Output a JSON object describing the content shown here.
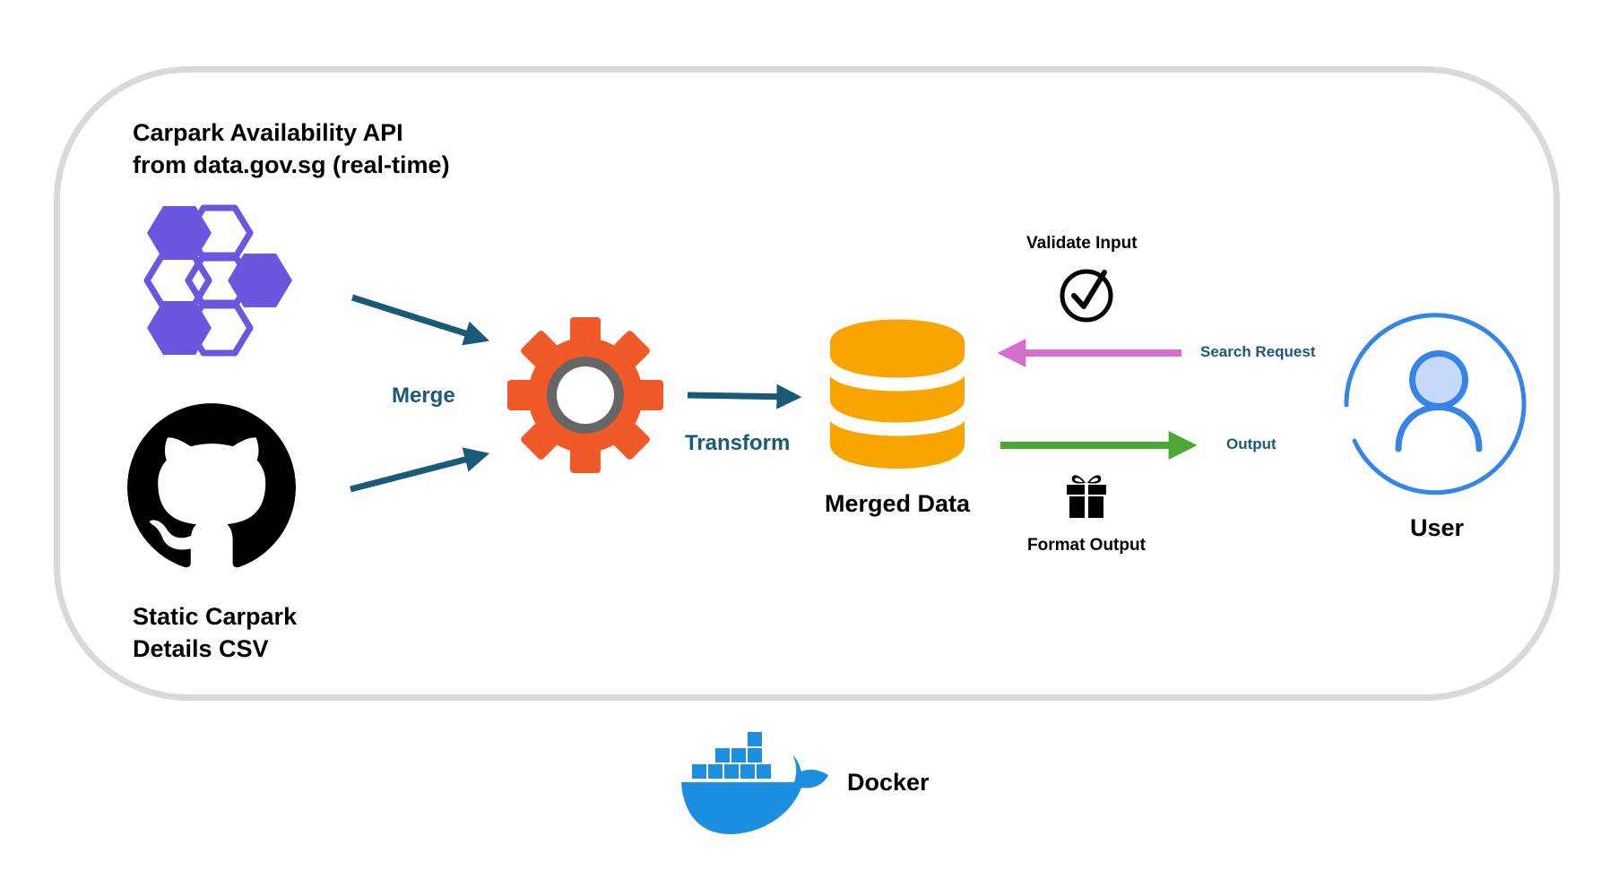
{
  "nodes": {
    "api": {
      "line1": "Carpark Availability API",
      "line2": "from data.gov.sg (real-time)",
      "icon": "hexagon-cluster-icon"
    },
    "csv": {
      "line1": "Static Carpark",
      "line2": "Details CSV",
      "icon": "github-icon"
    },
    "merged": {
      "label": "Merged Data",
      "icon": "database-icon"
    },
    "user": {
      "label": "User",
      "icon": "user-icon"
    },
    "docker": {
      "label": "Docker",
      "icon": "docker-whale-icon"
    }
  },
  "edges": {
    "merge": "Merge",
    "transform": "Transform",
    "search_request": "Search Request",
    "output": "Output"
  },
  "steps": {
    "validate": {
      "label": "Validate Input",
      "icon": "check-circle-icon"
    },
    "format": {
      "label": "Format Output",
      "icon": "gift-icon"
    }
  },
  "colors": {
    "container_border": "#d9d9d9",
    "edge_teal": "#1a5a78",
    "hexagon": "#6a57e0",
    "gear": "#ef5a28",
    "gear_ring": "#666666",
    "database": "#f9a400",
    "search_arrow": "#d56fcf",
    "output_arrow": "#4aa832",
    "user_ring": "#3585e8",
    "user_fill": "#c6d9fa",
    "docker": "#1d8fe1"
  }
}
